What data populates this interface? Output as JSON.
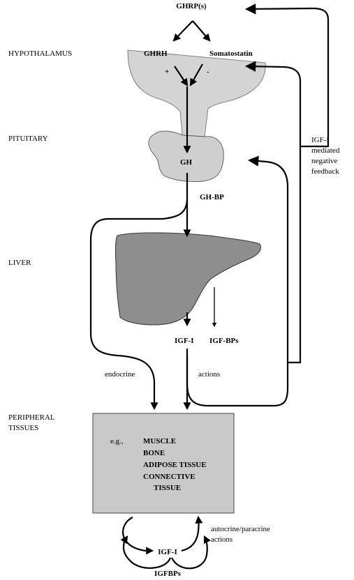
{
  "regions": {
    "hypothalamus": "HYPOTHALAMUS",
    "pituitary": "PITUITARY",
    "liver": "LIVER",
    "peripheral_line1": "PERIPHERAL",
    "peripheral_line2": "TISSUES"
  },
  "hormones": {
    "ghrp": "GHRP(s)",
    "ghrh": "GHRH",
    "somatostatin": "Somatostatin",
    "plus": "+",
    "minus": "-",
    "gh": "GH",
    "gh_bp": "GH-BP",
    "igf1": "IGF-I",
    "igf_bps": "IGF-BPs",
    "igf1_local": "IGF-I",
    "igfbps_local": "IGFBPs"
  },
  "feedback": {
    "line1": "IGF-I",
    "line2": "mediated",
    "line3": "negative",
    "line4": "feedback"
  },
  "routes": {
    "endocrine": "endocrine",
    "actions": "actions",
    "autocrine_line1": "autocrine/paracrine",
    "autocrine_line2": "actions"
  },
  "tissues": {
    "eg": "e.g.,",
    "muscle": "MUSCLE",
    "bone": "BONE",
    "adipose": "ADIPOSE TISSUE",
    "connective": "CONNECTIVE",
    "tissue": "TISSUE"
  },
  "colors": {
    "hypothalamus_fill": "#d4d4d4",
    "pituitary_fill": "#cfcfcf",
    "liver_fill": "#8e8e8e",
    "tissue_box_fill": "#c9c9c9"
  }
}
